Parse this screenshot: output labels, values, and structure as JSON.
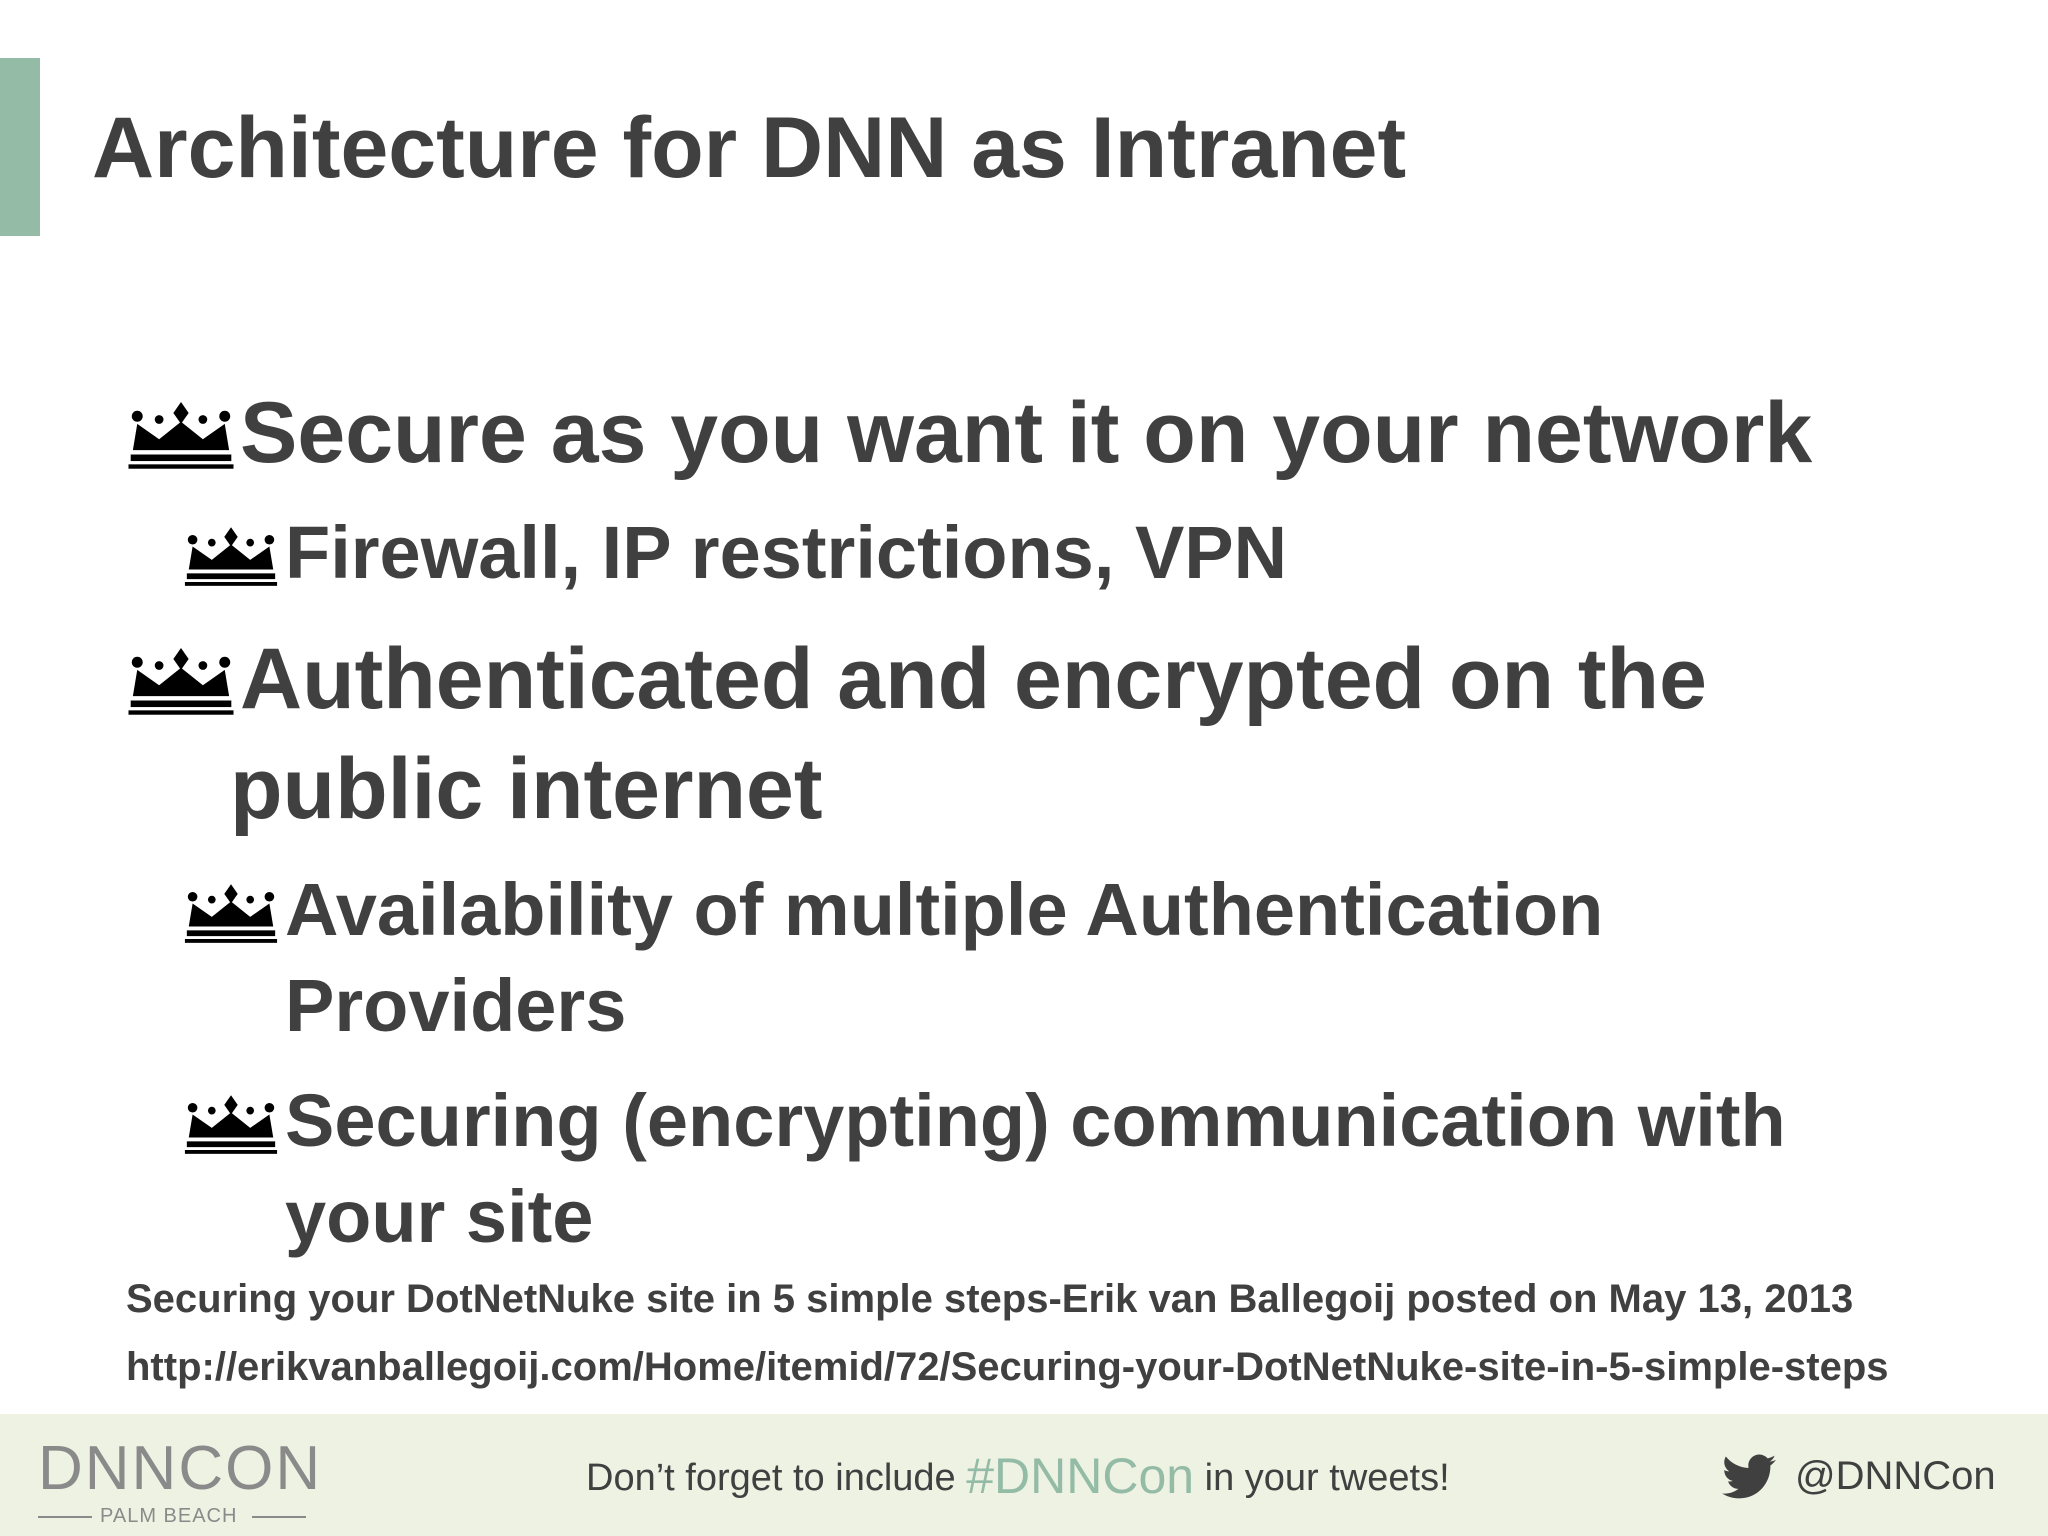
{
  "slide": {
    "title": "Architecture for DNN as Intranet",
    "bullets": [
      {
        "level": 1,
        "icon": "crown-icon",
        "lines": [
          "Secure as you want it on your network"
        ]
      },
      {
        "level": 2,
        "icon": "crown-icon",
        "lines": [
          "Firewall, IP restrictions, VPN"
        ]
      },
      {
        "level": 1,
        "icon": "crown-icon",
        "lines": [
          "Authenticated and encrypted on the",
          "public internet"
        ]
      },
      {
        "level": 2,
        "icon": "crown-icon",
        "lines": [
          "Availability of multiple Authentication",
          "Providers"
        ]
      },
      {
        "level": 2,
        "icon": "crown-icon",
        "lines": [
          "Securing (encrypting) communication with",
          "your site"
        ]
      }
    ],
    "citation": {
      "text": "Securing your DotNetNuke site in 5 simple steps-Erik van Ballegoij posted on May 13, 2013",
      "url": "http://erikvanballegoij.com/Home/itemid/72/Securing-your-DotNetNuke-site-in-5-simple-steps"
    }
  },
  "footer": {
    "logo_main": "DNNCON",
    "logo_sub": "PALM BEACH",
    "tagline_before": "Don’t forget to include ",
    "hashtag": "#DNNCon",
    "tagline_after": " in your tweets!",
    "twitter_icon": "twitter-bird-icon",
    "handle": "@DNNCon"
  },
  "colors": {
    "accent": "#93bba6",
    "text": "#404040",
    "footer_bg": "#eef2e3",
    "logo": "#8a8a8a"
  }
}
